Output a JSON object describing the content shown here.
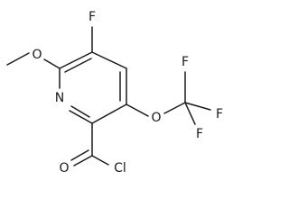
{
  "molecule": {
    "atom_labels": {
      "fluorine_ring": "F",
      "oxygen_methoxy": "O",
      "nitrogen_ring": "N",
      "oxygen_trifluoromethoxy": "O",
      "fluorine_cf3_top": "F",
      "fluorine_cf3_right": "F",
      "fluorine_cf3_bottom": "F",
      "oxygen_carbonyl": "O",
      "chlorine": "Cl"
    },
    "colors": {
      "bond": "#1a1a1a",
      "label": "#1a1a1a",
      "background": "#ffffff"
    }
  }
}
